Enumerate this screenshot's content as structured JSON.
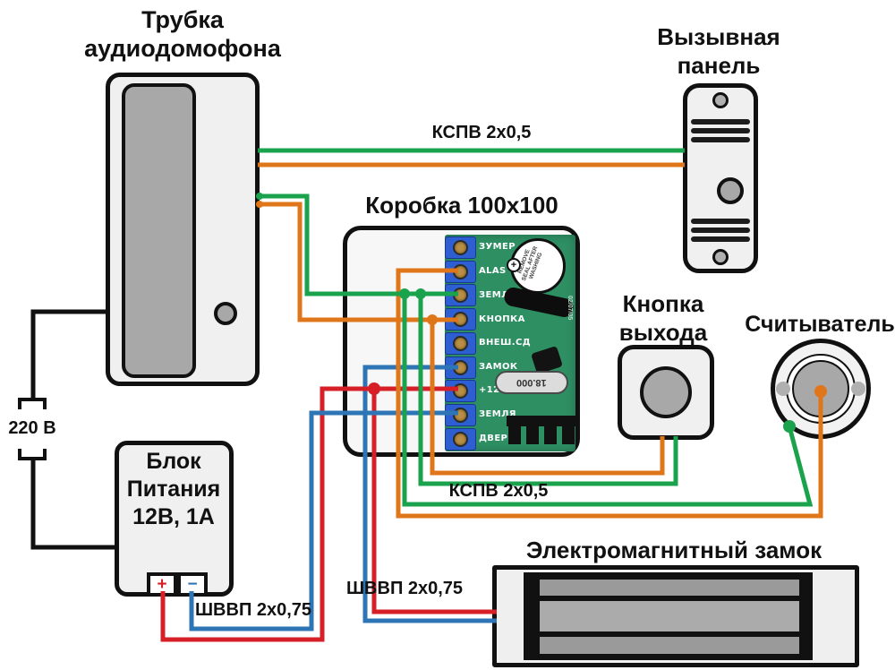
{
  "colors": {
    "green": "#1aa34c",
    "orange": "#e0761a",
    "red": "#d61f26",
    "blue": "#2e75b6",
    "line_black": "#111111",
    "device_fill": "#f0f0f0",
    "board_green": "#2e8f63",
    "terminal_blue": "#2d5fd3",
    "metal_gray": "#a8a8a8"
  },
  "handset": {
    "title1": "Трубка",
    "title2": "аудиодомофона"
  },
  "call_panel": {
    "title1": "Вызывная",
    "title2": "панель"
  },
  "junction_box": {
    "title": "Коробка 100х100"
  },
  "pcb": {
    "terminals": [
      "ЗУМЕР",
      "ALAS",
      "ЗЕМЛЯ",
      "КНОПКА",
      "ВНЕШ.СД",
      "ЗАМОК",
      "+12В",
      "ЗЕМЛЯ",
      "ДВЕРЬ"
    ],
    "buzzer_text": "REMOVE SEAL AFTER WASHING",
    "buzzer_plus": "+",
    "crystal_text": "18.000",
    "side_text": "02/07/05"
  },
  "exit_button": {
    "title1": "Кнопка",
    "title2": "выхода"
  },
  "reader": {
    "title": "Считыватель"
  },
  "lock": {
    "title": "Электромагнитный замок"
  },
  "psu": {
    "title1": "Блок",
    "title2": "Питания",
    "title3": "12В, 1А",
    "plus": "+",
    "minus": "−"
  },
  "mains": {
    "label": "220 В"
  },
  "cables": {
    "kspv_top": "КСПВ 2х0,5",
    "kspv_mid": "КСПВ 2х0,5",
    "shvvp_left": "ШВВП 2х0,75",
    "shvvp_right": "ШВВП 2х0,75"
  }
}
